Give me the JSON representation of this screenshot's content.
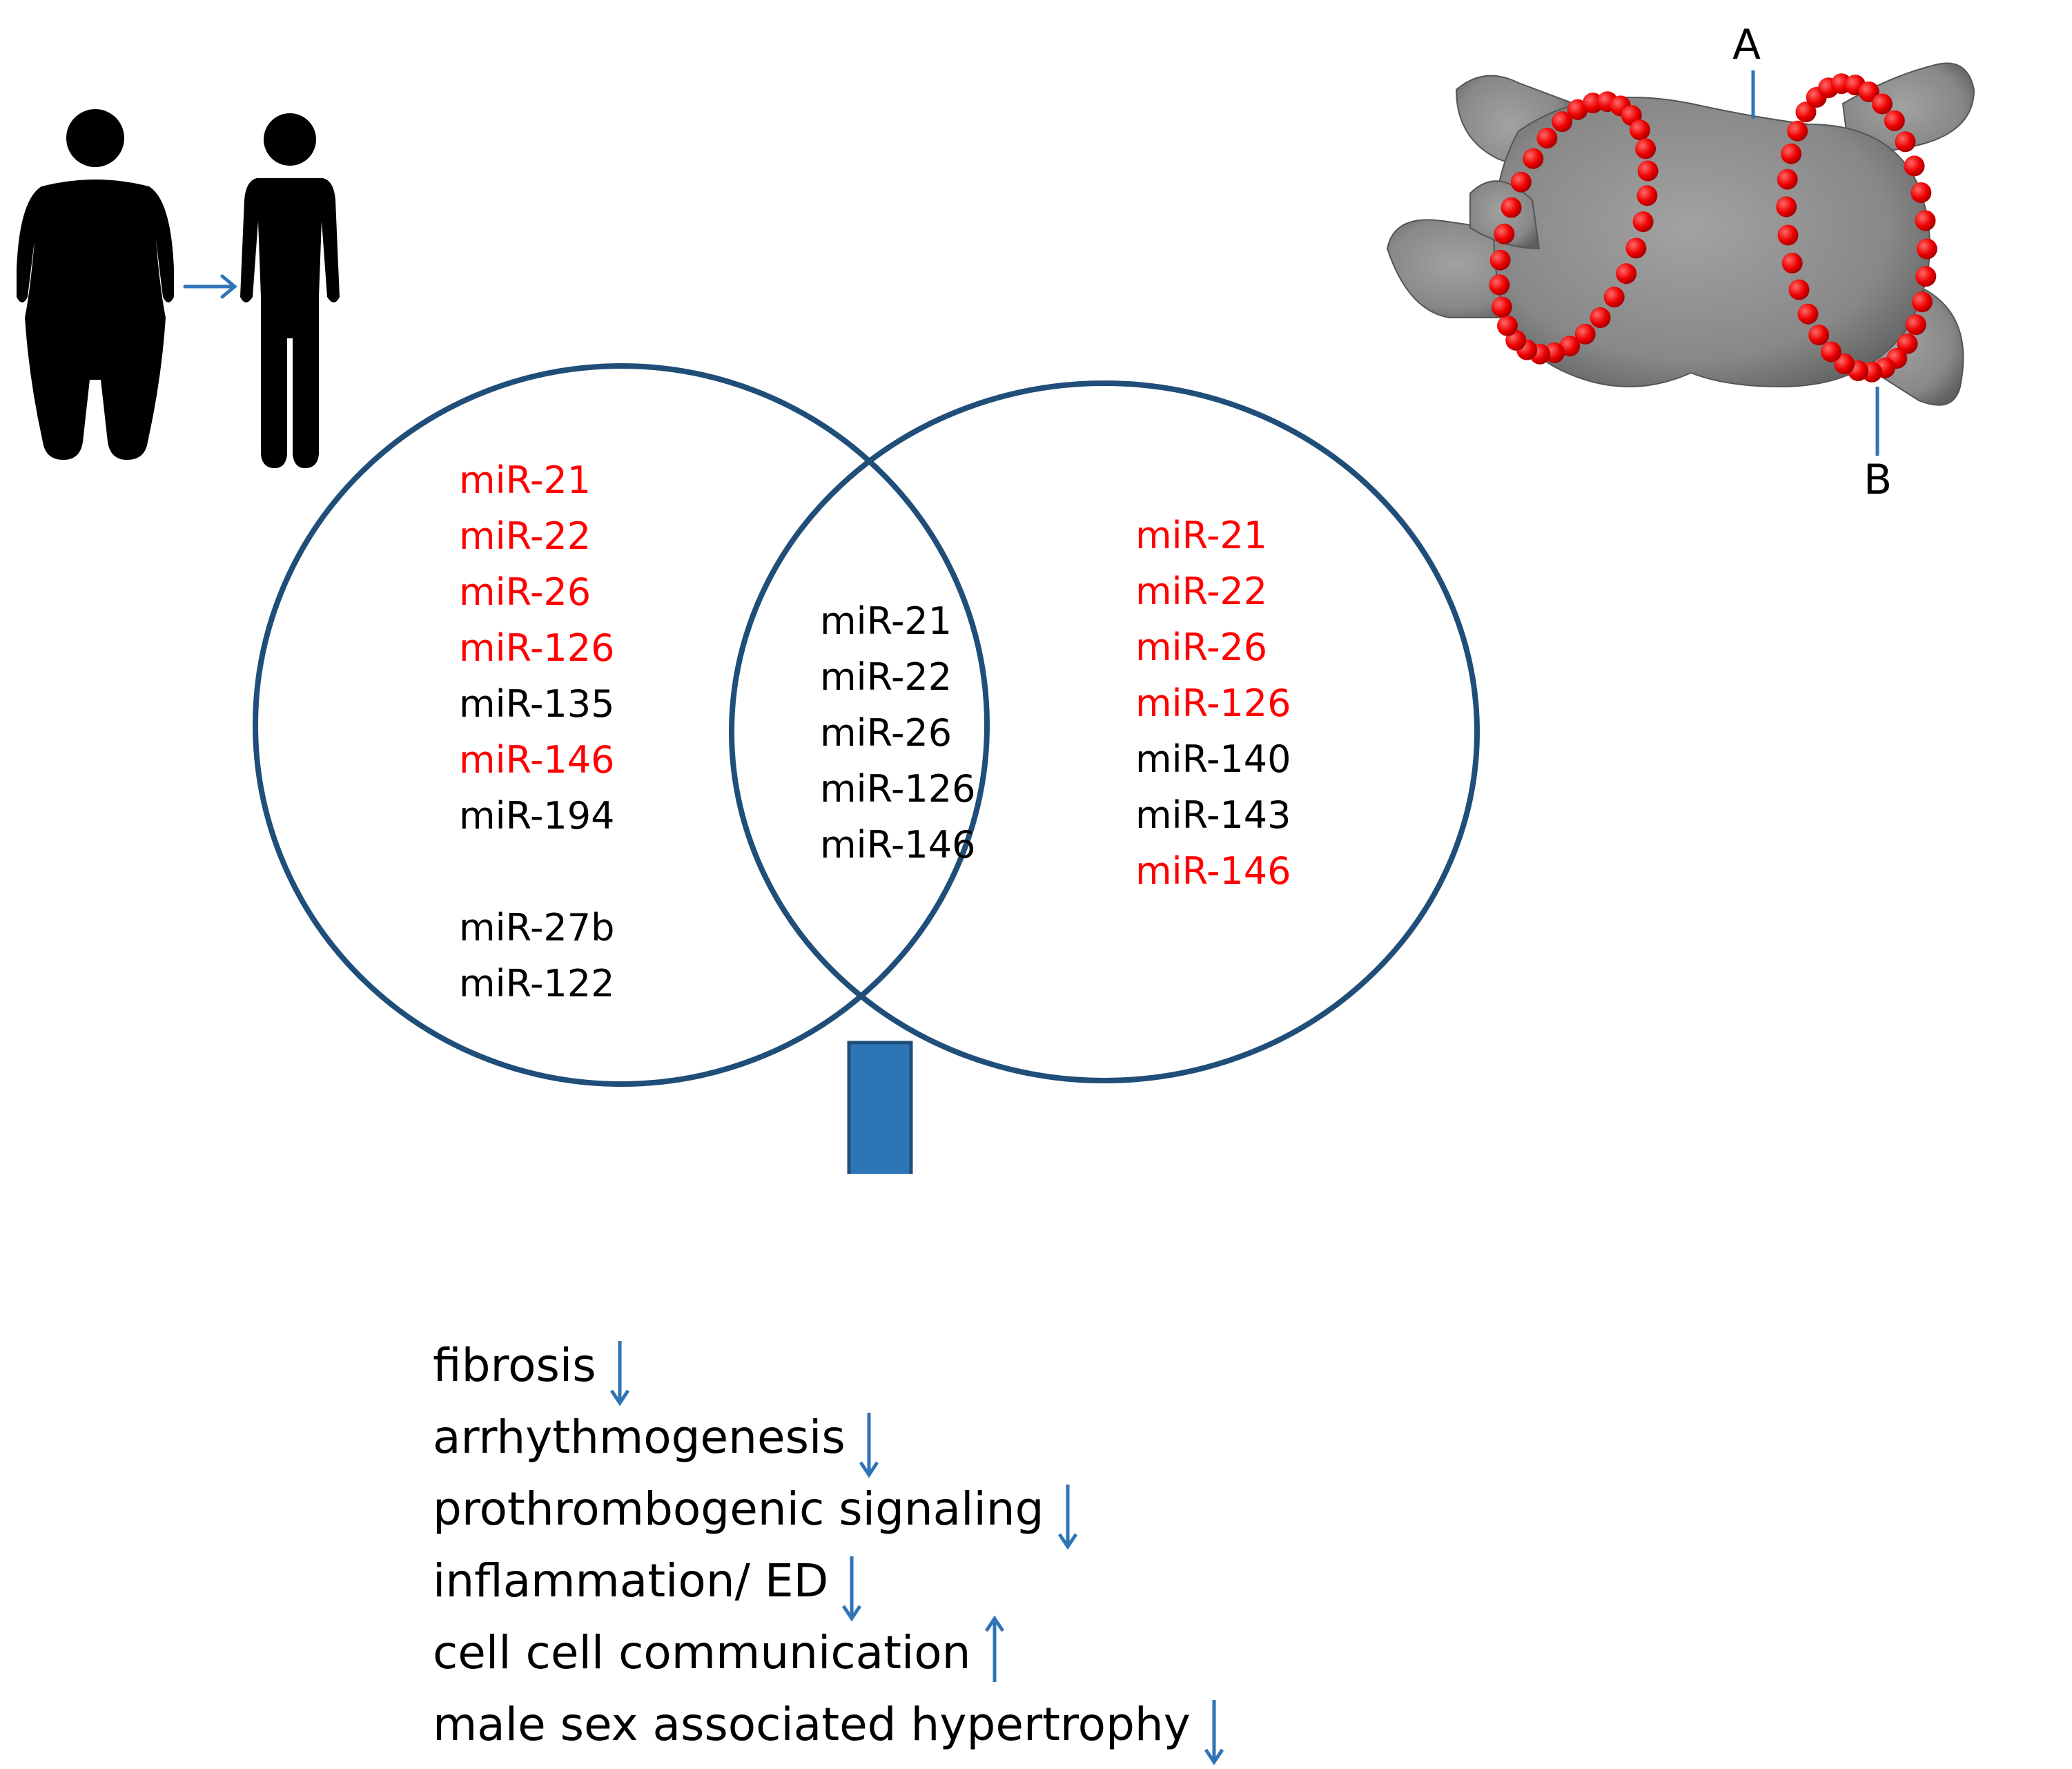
{
  "colors": {
    "circle_stroke": "#1f4e79",
    "highlight": "#ff0000",
    "text": "#000000",
    "arrow_fill": "#2e75b6",
    "arrow_stroke": "#1f4e79",
    "small_arrow": "#2e75b6",
    "atrium": "#8c8c8c",
    "ablation_points": "#e60000"
  },
  "icons": {
    "people": "obese-person-to-slim-person-icon",
    "heart": "left-atrium-3d-model-with-ablation-lines"
  },
  "left_set": {
    "items": [
      {
        "label": "miR-21",
        "highlight": true
      },
      {
        "label": "miR-22",
        "highlight": true
      },
      {
        "label": "miR-26",
        "highlight": true
      },
      {
        "label": "miR-126",
        "highlight": true
      },
      {
        "label": "miR-135",
        "highlight": false
      },
      {
        "label": "miR-146",
        "highlight": true
      },
      {
        "label": "miR-194",
        "highlight": false
      }
    ],
    "extra_items": [
      {
        "label": "miR-27b",
        "highlight": false
      },
      {
        "label": "miR-122",
        "highlight": false
      }
    ]
  },
  "intersection": {
    "items": [
      {
        "label": "miR-21"
      },
      {
        "label": "miR-22"
      },
      {
        "label": "miR-26"
      },
      {
        "label": "miR-126"
      },
      {
        "label": "miR-146"
      }
    ]
  },
  "right_set": {
    "items": [
      {
        "label": "miR-21",
        "highlight": true
      },
      {
        "label": "miR-22",
        "highlight": true
      },
      {
        "label": "miR-26",
        "highlight": true
      },
      {
        "label": "miR-126",
        "highlight": true
      },
      {
        "label": "miR-140",
        "highlight": false
      },
      {
        "label": "miR-143",
        "highlight": false
      },
      {
        "label": "miR-146",
        "highlight": true
      }
    ]
  },
  "heart_labels": {
    "top": "A",
    "bottom": "B"
  },
  "effects": [
    {
      "label": "fibrosis",
      "direction": "down"
    },
    {
      "label": "arrhythmogenesis",
      "direction": "down"
    },
    {
      "label": "prothrombogenic signaling",
      "direction": "down"
    },
    {
      "label": "inflammation/ ED",
      "direction": "down"
    },
    {
      "label": "cell cell communication",
      "direction": "up"
    },
    {
      "label": "male sex associated hypertrophy",
      "direction": "down"
    }
  ]
}
